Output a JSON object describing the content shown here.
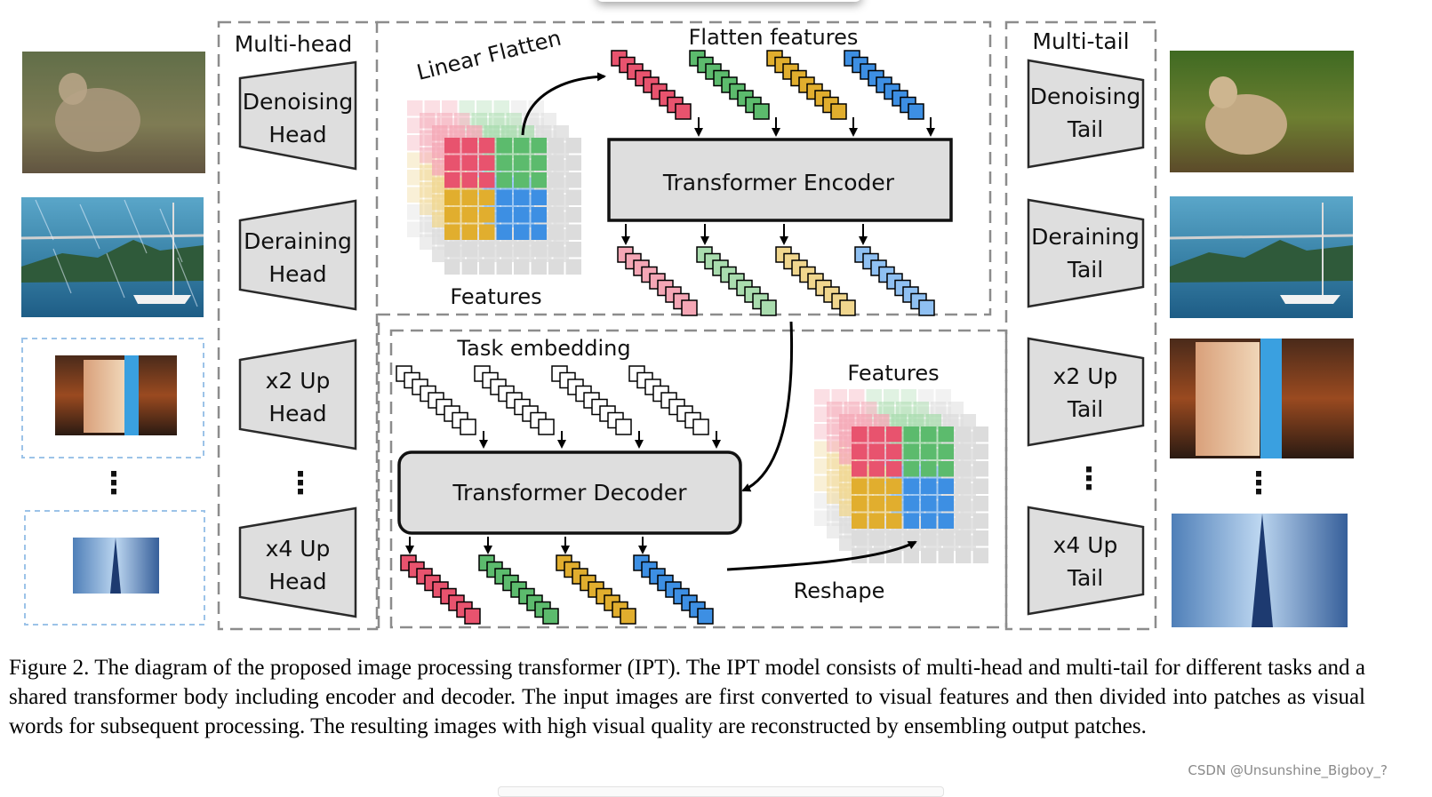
{
  "colors": {
    "red": "#e8536e",
    "green": "#5cbb6d",
    "yellow": "#e1ae2e",
    "blue": "#3d8fe3",
    "red_light": "#f5a6b5",
    "green_light": "#a9dcae",
    "yellow_light": "#f0d68e",
    "blue_light": "#8fc0f2",
    "box_gray": "#dedede",
    "dash_gray": "#8c8c8c"
  },
  "panels": {
    "multi_head": {
      "title": "Multi-head",
      "items": [
        {
          "line1": "Denoising",
          "line2": "Head"
        },
        {
          "line1": "Deraining",
          "line2": "Head"
        },
        {
          "line1": "x2 Up",
          "line2": "Head"
        },
        {
          "line1": "x4 Up",
          "line2": "Head"
        }
      ],
      "ellipsis": "⋮"
    },
    "multi_tail": {
      "title": "Multi-tail",
      "items": [
        {
          "line1": "Denoising",
          "line2": "Tail"
        },
        {
          "line1": "Deraining",
          "line2": "Tail"
        },
        {
          "line1": "x2 Up",
          "line2": "Tail"
        },
        {
          "line1": "x4 Up",
          "line2": "Tail"
        }
      ],
      "ellipsis": "⋮"
    }
  },
  "encoder": {
    "linear_flatten": "Linear Flatten",
    "flatten_features": "Flatten features",
    "features": "Features",
    "block": "Transformer Encoder"
  },
  "decoder": {
    "task_embedding": "Task embedding",
    "features": "Features",
    "block": "Transformer Decoder",
    "reshape": "Reshape"
  },
  "side_ellipsis": "⋮",
  "caption": "Figure 2. The diagram of the proposed image processing transformer (IPT). The IPT model consists of multi-head and multi-tail for different tasks and a shared transformer body including encoder and decoder. The input images are first converted to visual features and then divided into patches as visual words for subsequent processing. The resulting images with high visual quality are reconstructed by ensembling output patches.",
  "watermark": "CSDN @Unsunshine_Bigboy_?"
}
